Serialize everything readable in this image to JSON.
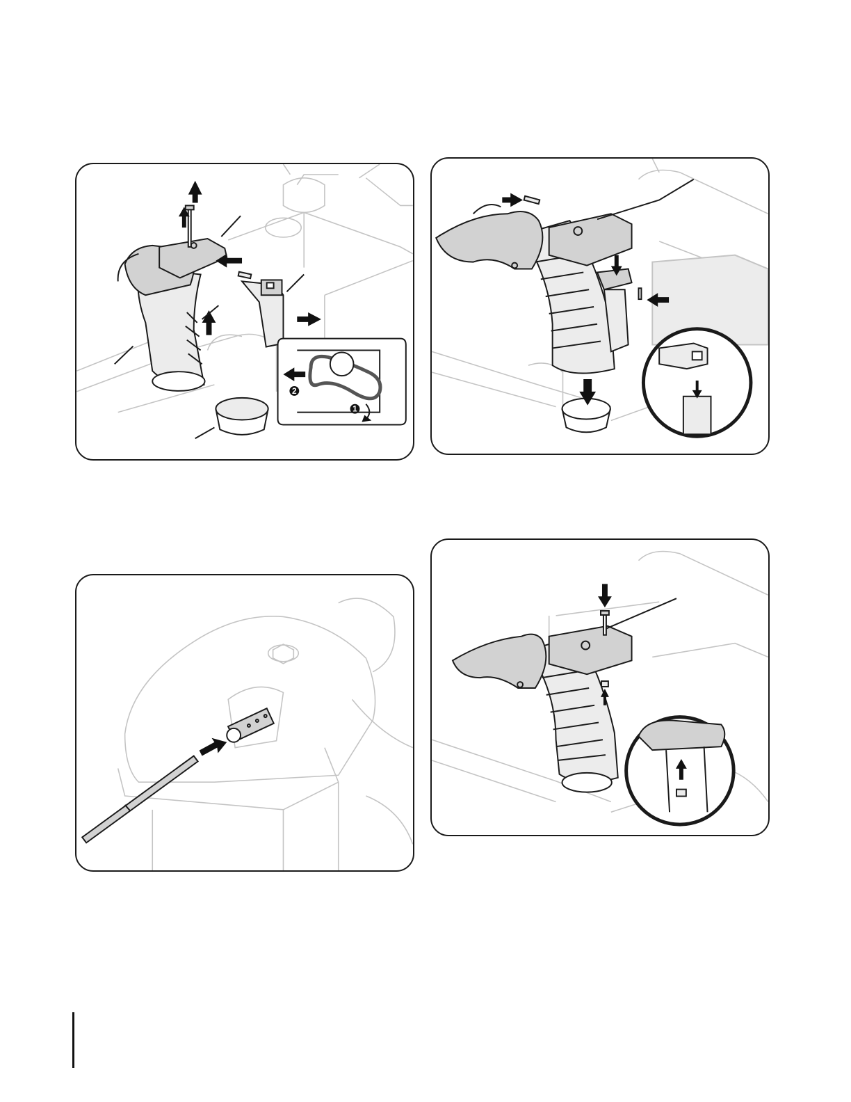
{
  "figures": [
    {
      "id": "fig-1",
      "callout_numbers": [
        "1",
        "2"
      ]
    },
    {
      "id": "fig-2"
    },
    {
      "id": "fig-3"
    },
    {
      "id": "fig-4"
    }
  ],
  "colors": {
    "line_dark": "#1a1a1a",
    "line_light": "#c4c4c4",
    "part_fill": "#d2d2d2"
  }
}
